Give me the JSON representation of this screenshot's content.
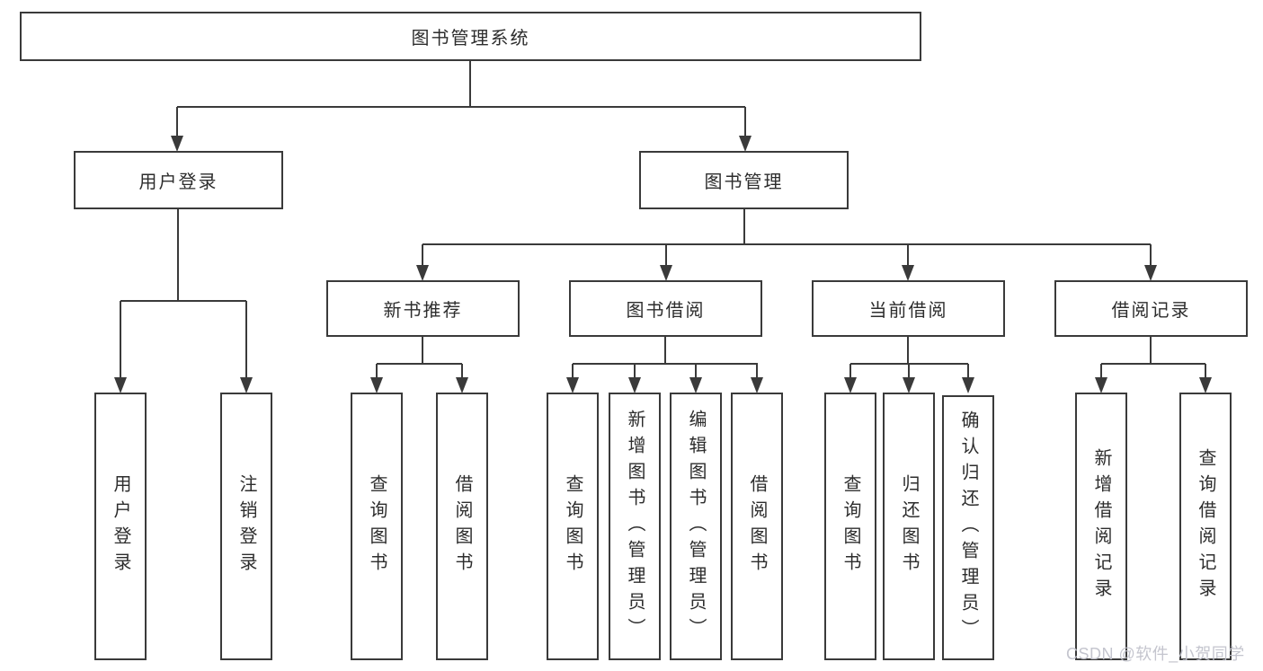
{
  "tree": {
    "label": "图书管理系统",
    "children": [
      {
        "label": "用户登录",
        "children": [
          {
            "label": "用户登录"
          },
          {
            "label": "注销登录"
          }
        ]
      },
      {
        "label": "图书管理",
        "children": [
          {
            "label": "新书推荐",
            "children": [
              {
                "label": "查询图书"
              },
              {
                "label": "借阅图书"
              }
            ]
          },
          {
            "label": "图书借阅",
            "children": [
              {
                "label": "查询图书"
              },
              {
                "label": "新增图书（管理员）"
              },
              {
                "label": "编辑图书（管理员）"
              },
              {
                "label": "借阅图书"
              }
            ]
          },
          {
            "label": "当前借阅",
            "children": [
              {
                "label": "查询图书"
              },
              {
                "label": "归还图书"
              },
              {
                "label": "确认归还（管理员）"
              }
            ]
          },
          {
            "label": "借阅记录",
            "children": [
              {
                "label": "新增借阅记录"
              },
              {
                "label": "查询借阅记录"
              }
            ]
          }
        ]
      }
    ]
  },
  "watermark": {
    "text": "CSDN @软件_小贺同学"
  },
  "colors": {
    "line": "#3a3a3a",
    "box_border": "#3a3a3a",
    "text": "#2d2d2d",
    "watermark": "#c1c2cb",
    "background": "#ffffff"
  }
}
